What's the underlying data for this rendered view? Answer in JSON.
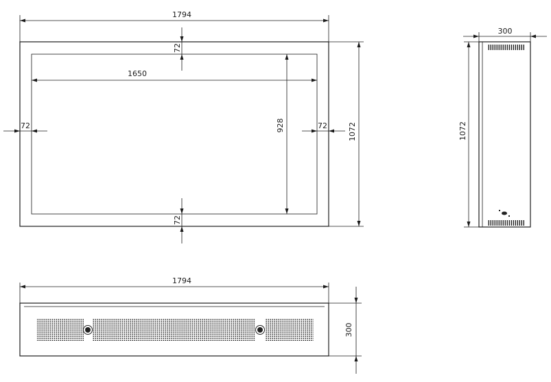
{
  "front_view": {
    "overall_width": "1794",
    "overall_height": "1072",
    "screen_width": "1650",
    "screen_height": "928",
    "border_top": "72",
    "border_bottom": "72",
    "border_left": "72",
    "border_right": "72"
  },
  "side_view": {
    "depth": "300",
    "height": "1072"
  },
  "bottom_view": {
    "width": "1794",
    "depth": "300"
  }
}
